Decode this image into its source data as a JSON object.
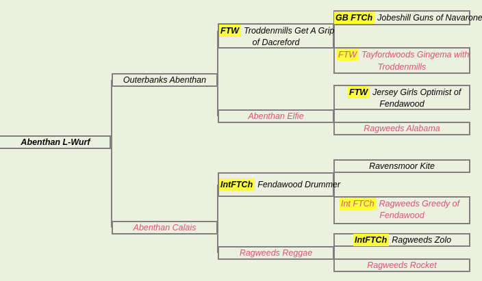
{
  "pedigree": {
    "subject": "Abenthan L-Wurf",
    "sire": "Outerbanks Abenthan",
    "dam": "Abenthan Calais",
    "sire_sire": {
      "title": "FTW",
      "name_line1": "Troddenmills Get A Grip",
      "name_line2": "of Dacreford"
    },
    "sire_dam": "Abenthan Elfie",
    "dam_sire": {
      "title": "IntFTCh",
      "name": "Fendawood Drummer"
    },
    "dam_dam": "Ragweeds Reggae",
    "ggp": {
      "g1": {
        "title": "GB FTCh",
        "name": "Jobeshill Guns of Navarone"
      },
      "g2": {
        "title": "FTW",
        "name_line1": "Tayfordwoods Gingema with",
        "name_line2": "Troddenmills"
      },
      "g3": {
        "title": "FTW",
        "name_line1": "Jersey Girls Optimist of",
        "name_line2": "Fendawood"
      },
      "g4": "Ragweeds Alabama",
      "g5": "Ravensmoor Kite",
      "g6": {
        "title": "Int FTCh",
        "name_line1": "Ragweeds Greedy of",
        "name_line2": "Fendawood"
      },
      "g7": {
        "title": "IntFTCh",
        "name": "Ragweeds Zolo"
      },
      "g8": "Ragweeds Rocket"
    }
  },
  "colors": {
    "background": "#ebf1de",
    "lines": "#7f7f7f",
    "highlight": "#ffff3c",
    "female_text": "#e0507a"
  }
}
